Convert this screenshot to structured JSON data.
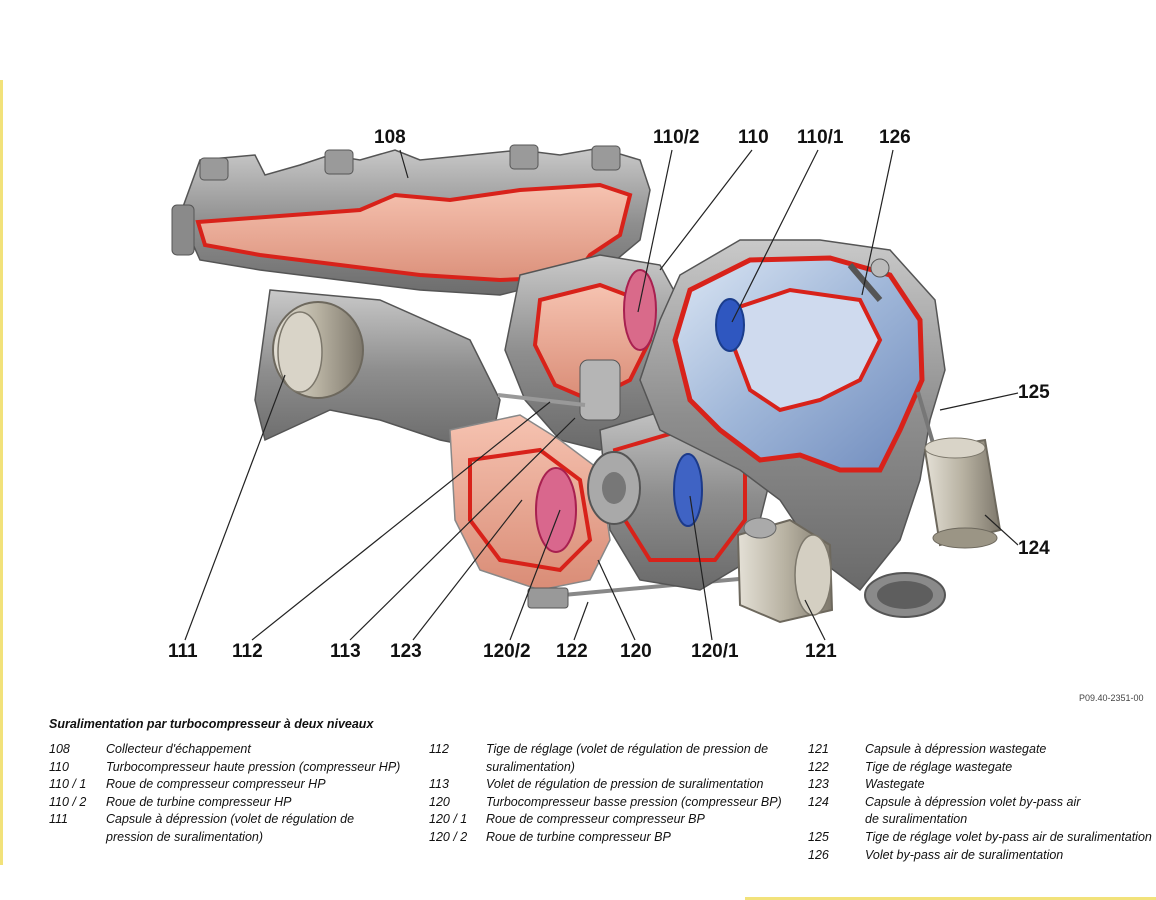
{
  "figure_ref": "P09.40-2351-00",
  "callouts": {
    "c108": "108",
    "c110_2": "110/2",
    "c110": "110",
    "c110_1": "110/1",
    "c126": "126",
    "c125": "125",
    "c124": "124",
    "c111": "111",
    "c112": "112",
    "c113": "113",
    "c123": "123",
    "c120_2": "120/2",
    "c122": "122",
    "c120": "120",
    "c120_1": "120/1",
    "c121": "121"
  },
  "legend": {
    "title": "Suralimentation par turbocompresseur à deux niveaux",
    "col1": [
      {
        "num": "108",
        "text": "Collecteur d'échappement"
      },
      {
        "num": "110",
        "text": "Turbocompresseur haute pression (compresseur HP)"
      },
      {
        "num": "110 / 1",
        "text": "Roue de compresseur compresseur HP"
      },
      {
        "num": "110 / 2",
        "text": "Roue de turbine compresseur HP"
      },
      {
        "num": "111",
        "text": "Capsule à dépression (volet de régulation de\npression de suralimentation)"
      }
    ],
    "col2": [
      {
        "num": "112",
        "text": "Tige de réglage (volet de régulation de pression de\nsuralimentation)"
      },
      {
        "num": "113",
        "text": "Volet de régulation de pression de suralimentation"
      },
      {
        "num": "120",
        "text": "Turbocompresseur basse pression (compresseur BP)"
      },
      {
        "num": "120 / 1",
        "text": "Roue de compresseur compresseur BP"
      },
      {
        "num": "120 / 2",
        "text": "Roue de turbine compresseur BP"
      }
    ],
    "col3": [
      {
        "num": "121",
        "text": "Capsule à dépression wastegate"
      },
      {
        "num": "122",
        "text": "Tige de réglage wastegate"
      },
      {
        "num": "123",
        "text": "Wastegate"
      },
      {
        "num": "124",
        "text": "Capsule à dépression volet by-pass air\nde suralimentation"
      },
      {
        "num": "125",
        "text": "Tige de réglage volet by-pass air de suralimentation"
      },
      {
        "num": "126",
        "text": "Volet by-pass air de suralimentation"
      }
    ]
  }
}
